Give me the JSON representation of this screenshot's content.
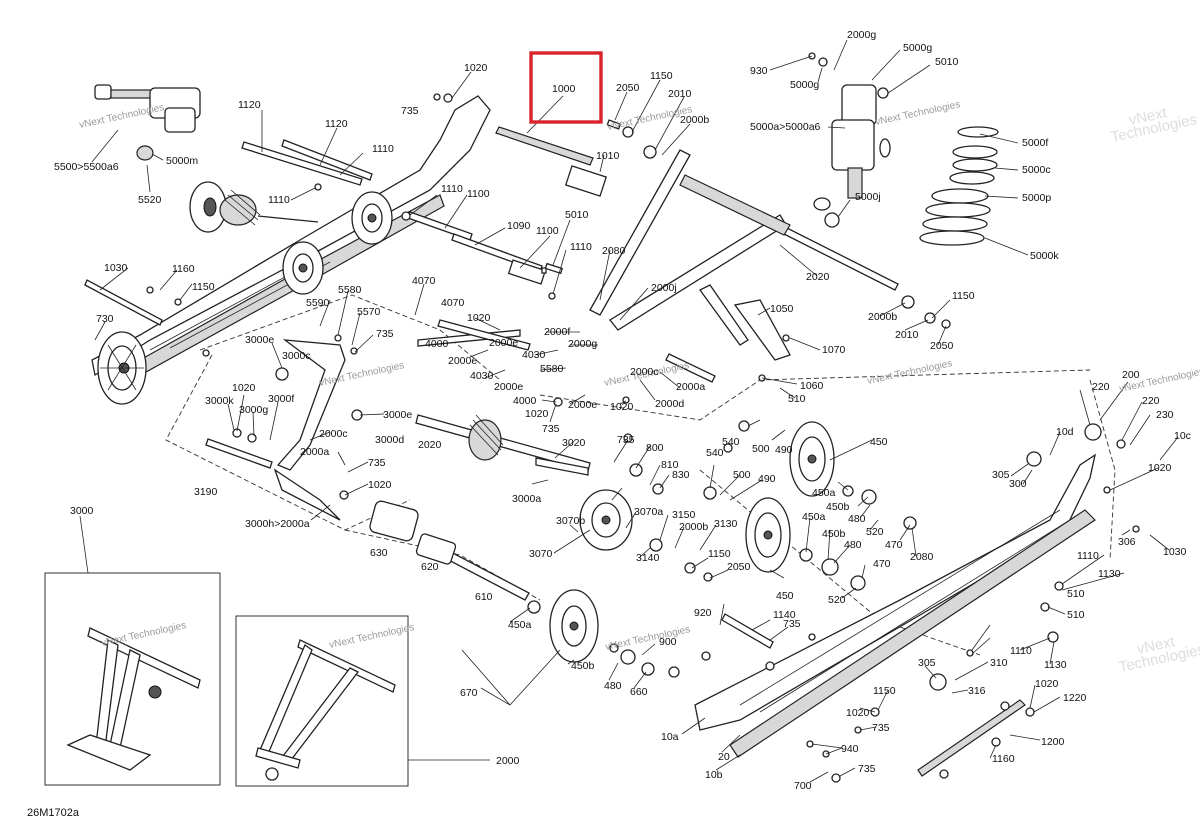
{
  "diagram_code": "26M1702a",
  "watermark": "vNext Technologies",
  "watermark_split": [
    "vNext",
    "Technologies"
  ],
  "highlight_color": "#d9232a",
  "labels": {
    "p1000": "1000",
    "p1020a": "1020",
    "p735a": "735",
    "p1120a": "1120",
    "p1120b": "1120",
    "p1110a": "1110",
    "p1110b": "1110",
    "p5500": "5500>5500a6",
    "p5000m": "5000m",
    "p5520": "5520",
    "p1010": "1010",
    "p1110c": "1110",
    "p1100a": "1100",
    "p1090": "1090",
    "p1100b": "1100",
    "p5010a": "5010",
    "p1110d": "1110",
    "p2080a": "2080",
    "p2050a": "2050",
    "p1150a": "1150",
    "p2010a": "2010",
    "p2000ba": "2000b",
    "p930": "930",
    "p5000ga": "5000g",
    "p2000g": "2000g",
    "p5000gb": "5000g",
    "p5010b": "5010",
    "p5000a": "5000a>5000a6",
    "p5000f": "5000f",
    "p5000c": "5000c",
    "p5000p": "5000p",
    "p5000j": "5000j",
    "p5000k": "5000k",
    "p2020a": "2020",
    "p2000bb": "2000b",
    "p1150b": "1150",
    "p2010b": "2010",
    "p2050b": "2050",
    "p1030a": "1030",
    "p1160": "1160",
    "p1150c": "1150",
    "p730": "730",
    "p4070a": "4070",
    "p5590": "5590",
    "p5580a": "5580",
    "p5570": "5570",
    "p735b": "735",
    "p4070b": "4070",
    "p1020b": "1020",
    "p2000ja": "2000j",
    "p2000f": "2000f",
    "p2000ea": "2000e",
    "p4000a": "4000",
    "p4030a": "4030",
    "p2000ga": "2000g",
    "p2000eb": "2000e",
    "p4030b": "4030",
    "p5580b": "5580",
    "p2000c": "2000c",
    "p2000ec": "2000e",
    "p2000aa": "2000a",
    "p4000b": "4000",
    "p1020c": "1020",
    "p735c": "735",
    "p2000ed": "2000e",
    "p1020d": "1020",
    "p2000d": "2000d",
    "p1050": "1050",
    "p1070": "1070",
    "p1060": "1060",
    "p510a": "510",
    "p3000e": "3000e",
    "p3000c": "3000c",
    "p1020e": "1020",
    "p3000k": "3000k",
    "p3000g": "3000g",
    "p3000f": "3000f",
    "p3000e2": "3000e",
    "p2000c2": "2000c",
    "p3000d": "3000d",
    "p2020b": "2020",
    "p2000ab": "2000a",
    "p735d": "735",
    "p3190": "3190",
    "p1020f": "1020",
    "p3000h": "3000h>2000a",
    "p3000": "3000",
    "p630": "630",
    "p620": "620",
    "p610": "610",
    "p450a": "450",
    "p540a": "540",
    "p500a": "500",
    "p490a": "490",
    "p540b": "540",
    "p500b": "500",
    "p490b": "490",
    "p450aa": "450a",
    "p450ba": "450b",
    "p480a": "480",
    "p520a": "520",
    "p470a": "470",
    "p2080b": "2080",
    "p450ab": "450a",
    "p450bb": "450b",
    "p480b": "480",
    "p470b": "470",
    "p520b": "520",
    "p450b": "450",
    "p735e": "735",
    "p800": "800",
    "p810": "810",
    "p830": "830",
    "p3020": "3020",
    "p3000a": "3000a",
    "p3070b": "3070b",
    "p3070a": "3070a",
    "p3070": "3070",
    "p3150": "3150",
    "p2000bc": "2000b",
    "p3130": "3130",
    "p3140": "3140",
    "p1150d": "1150",
    "p2050c": "2050",
    "p920": "920",
    "p1140": "1140",
    "p735f": "735",
    "p900": "900",
    "p450ac": "450a",
    "p450bc": "450b",
    "p480c": "480",
    "p660": "660",
    "p670": "670",
    "p2000": "2000",
    "p220a": "220",
    "p200": "200",
    "p220b": "220",
    "p230": "230",
    "p10d": "10d",
    "p10c": "10c",
    "p305a": "305",
    "p300": "300",
    "p1020g": "1020",
    "p306": "306",
    "p1030b": "1030",
    "p1110e": "1110",
    "p1130a": "1130",
    "p510b": "510",
    "p510c": "510",
    "p1110f": "1110",
    "p1130b": "1130",
    "p305b": "305",
    "p310": "310",
    "p316": "316",
    "p1150e": "1150",
    "p1020h": "1020",
    "p735g": "735",
    "p1020i": "1020",
    "p1220": "1220",
    "p1200": "1200",
    "p1160b": "1160",
    "p10a": "10a",
    "p20": "20",
    "p940": "940",
    "p10b": "10b",
    "p735h": "735",
    "p700": "700"
  }
}
